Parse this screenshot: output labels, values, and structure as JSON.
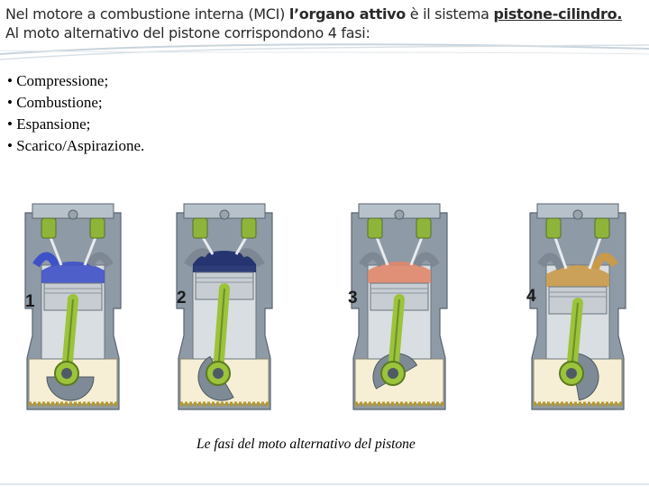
{
  "header": {
    "line1_a": "Nel motore a combustione interna (MCI) ",
    "line1_b": "l’organo attivo",
    "line1_c": " è il sistema ",
    "line1_d": "pistone-cilindro.",
    "line2": "Al moto alternativo del pistone corrispondono 4 fasi:"
  },
  "bullets": [
    "• Compressione;",
    "• Combustione;",
    "• Espansione;",
    "• Scarico/Aspirazione."
  ],
  "phases": [
    {
      "number": "1",
      "chamber_color": "#3f51c8"
    },
    {
      "number": "2",
      "chamber_color": "#1b2a6b"
    },
    {
      "number": "3",
      "chamber_color": "#e0876b"
    },
    {
      "number": "4",
      "chamber_color": "#c99a4a"
    }
  ],
  "caption": "Le fasi del moto alternativo del pistone",
  "colors": {
    "valve_spring": "#8fb43a",
    "connecting_rod": "#9bc33c",
    "engine_body": "#8e9aa6",
    "crankcase": "#f6efd6"
  }
}
